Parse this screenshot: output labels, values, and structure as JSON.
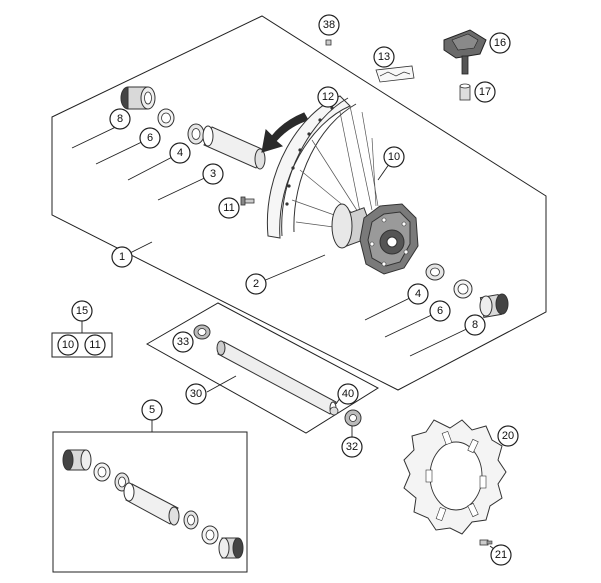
{
  "diagram": {
    "callouts": {
      "c1": "1",
      "c2": "2",
      "c3": "3",
      "c4a": "4",
      "c4b": "4",
      "c5": "5",
      "c6a": "6",
      "c6b": "6",
      "c8a": "8",
      "c8b": "8",
      "c10a": "10",
      "c10b": "10",
      "c11a": "11",
      "c11b": "11",
      "c12": "12",
      "c13": "13",
      "c15": "15",
      "c16": "16",
      "c17": "17",
      "c20": "20",
      "c21": "21",
      "c30": "30",
      "c32": "32",
      "c33": "33",
      "c38": "38",
      "c40": "40"
    },
    "colors": {
      "line": "#222222",
      "part_fill": "#f2f2f2",
      "dark_part": "#555555",
      "arrow": "#2a2a2a"
    }
  }
}
